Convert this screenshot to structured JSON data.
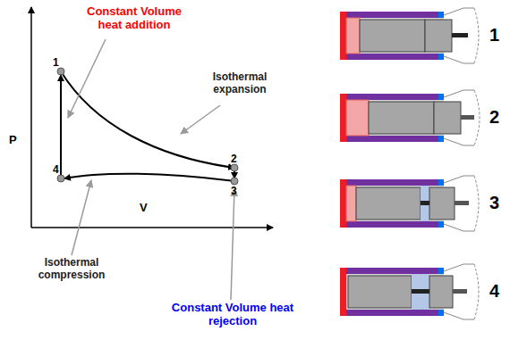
{
  "diagram": {
    "labels": [
      "Constant Volume heat addition",
      "Isothermal expansion",
      "Isothermal compression",
      "Constant Volume heat rejection",
      "P",
      "V",
      "1",
      "2",
      "3",
      "4",
      "1",
      "2",
      "3",
      "4"
    ]
  }
}
